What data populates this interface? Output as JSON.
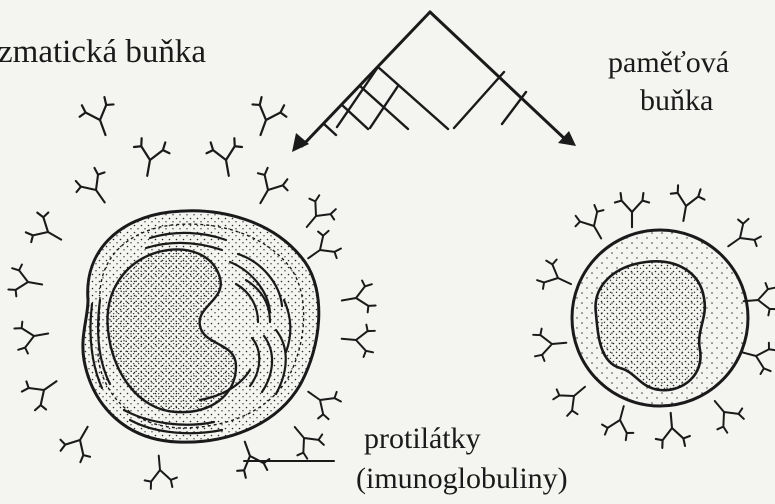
{
  "labels": {
    "plasma_cell": "zmatická buňka",
    "memory_cell_line1": "paměťová",
    "memory_cell_line2": "buňka",
    "antibodies_line1": "protilátky",
    "antibodies_line2": "(imunoglobuliny)"
  },
  "colors": {
    "ink": "#1a1a1a",
    "background": "#f4f4f1",
    "stipple": "#2a2a2a"
  }
}
